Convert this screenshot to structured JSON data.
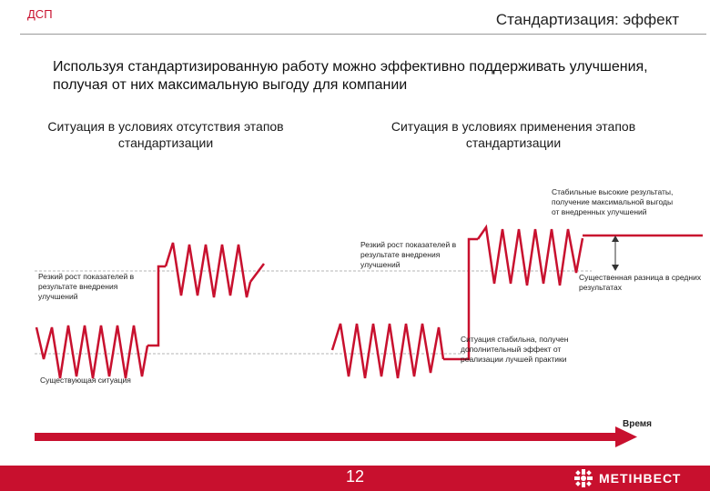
{
  "header": {
    "corner_label": "ДСП",
    "title": "Стандартизация: эффект"
  },
  "intro": "Используя стандартизированную работу можно эффективно поддерживать улучшения, получая от них максимальную выгоду для компании",
  "columns": {
    "left": "Ситуация в условиях отсутствия этапов стандартизации",
    "right": "Ситуация в условиях применения этапов стандартизации"
  },
  "annotations": {
    "existing": "Существующая ситуация",
    "jump_left": "Резкий рост показателей в результате внедрения улучшений",
    "jump_right": "Резкий рост показателей в результате внедрения улучшений",
    "stable_result": "Стабильные высокие результаты, получение максимальной выгоды от внедренных улучшений",
    "difference": "Существенная разница в средних результатах",
    "stable_effect": "Ситуация стабильна, получен дополнительный эффект от реализации лучшей практики"
  },
  "axis": {
    "time_label": "Время"
  },
  "footer": {
    "page_number": "12",
    "logo_text": "МЕТІНВЕСТ"
  },
  "colors": {
    "accent": "#c8102e",
    "dashed": "#b4b4b4"
  }
}
